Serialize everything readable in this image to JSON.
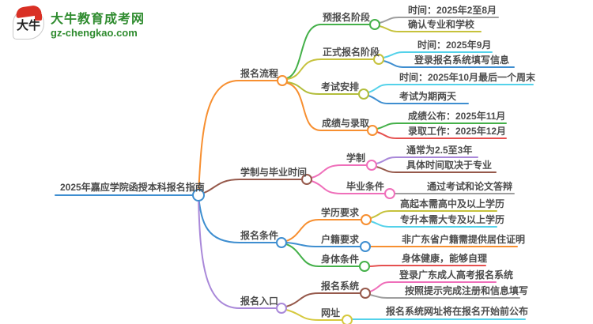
{
  "logo": {
    "icon_text": "大牛",
    "title": "大牛教育成考网",
    "subtitle": "gz-chengkao.com",
    "brand_color": "#2e8b2e",
    "seal_color": "#d93025"
  },
  "colors": {
    "orange": "#f78f30",
    "green": "#44b049",
    "olive": "#c6c23c",
    "yellowgreen": "#b2bd3a",
    "cyan": "#54d2ea",
    "blue": "#3e8ed0",
    "brown": "#96594b",
    "pink": "#ef6fba",
    "purple": "#a988d9",
    "red": "#e5504f",
    "gray": "#9e9e9e",
    "yellow": "#d6c93e",
    "text": "#4d4d4d"
  },
  "map": {
    "root": {
      "label": "2025年嘉应学院函授本科报名指南",
      "color": "#3e8ed0"
    },
    "branches": [
      {
        "label": "报名流程",
        "color": "#f78f30",
        "children": [
          {
            "label": "预报名阶段",
            "color": "#44b049",
            "leaves": [
              {
                "label": "时间：2025年2至8月",
                "color": "#9e9e9e"
              },
              {
                "label": "确认专业和学校",
                "color": "#c6c23c"
              }
            ]
          },
          {
            "label": "正式报名阶段",
            "color": "#c6c23c",
            "leaves": [
              {
                "label": "时间：2025年9月",
                "color": "#54d2ea"
              },
              {
                "label": "登录报名系统填写信息",
                "color": "#3e8ed0"
              }
            ]
          },
          {
            "label": "考试安排",
            "color": "#b2bd3a",
            "leaves": [
              {
                "label": "时间：2025年10月最后一个周末",
                "color": "#54d2ea"
              },
              {
                "label": "考试为期两天",
                "color": "#3e8ed0"
              }
            ]
          },
          {
            "label": "成绩与录取",
            "color": "#f78f30",
            "leaves": [
              {
                "label": "成绩公布：2025年11月",
                "color": "#44b049"
              },
              {
                "label": "录取工作：2025年12月",
                "color": "#e5504f"
              }
            ]
          }
        ]
      },
      {
        "label": "学制与毕业时间",
        "color": "#96594b",
        "children": [
          {
            "label": "学制",
            "color": "#ef6fba",
            "leaves": [
              {
                "label": "通常为2.5至3年",
                "color": "#a988d9"
              },
              {
                "label": "具体时间取决于专业",
                "color": "#96594b"
              }
            ]
          },
          {
            "label": "毕业条件",
            "color": "#ef6fba",
            "leaves": [
              {
                "label": "通过考试和论文答辩",
                "color": "#9e9e9e"
              }
            ]
          }
        ]
      },
      {
        "label": "报名条件",
        "color": "#3e8ed0",
        "children": [
          {
            "label": "学历要求",
            "color": "#f78f30",
            "leaves": [
              {
                "label": "高起本需高中及以上学历",
                "color": "#c6c23c"
              },
              {
                "label": "专升本需大专及以上学历",
                "color": "#54d2ea"
              }
            ]
          },
          {
            "label": "户籍要求",
            "color": "#3e8ed0",
            "leaves": [
              {
                "label": "非广东省户籍需提供居住证明",
                "color": "#f78f30"
              }
            ]
          },
          {
            "label": "身体条件",
            "color": "#44b049",
            "leaves": [
              {
                "label": "身体健康，能够自理",
                "color": "#e5504f"
              }
            ]
          }
        ]
      },
      {
        "label": "报名入口",
        "color": "#a988d9",
        "children": [
          {
            "label": "报名系统",
            "color": "#96594b",
            "leaves": [
              {
                "label": "登录广东成人高考报名系统",
                "color": "#ef6fba"
              },
              {
                "label": "按照提示完成注册和信息填写",
                "color": "#9e9e9e"
              }
            ]
          },
          {
            "label": "网址",
            "color": "#d6c93e",
            "leaves": [
              {
                "label": "报名系统网址将在报名开始前公布",
                "color": "#54d2ea"
              }
            ]
          }
        ]
      }
    ]
  }
}
